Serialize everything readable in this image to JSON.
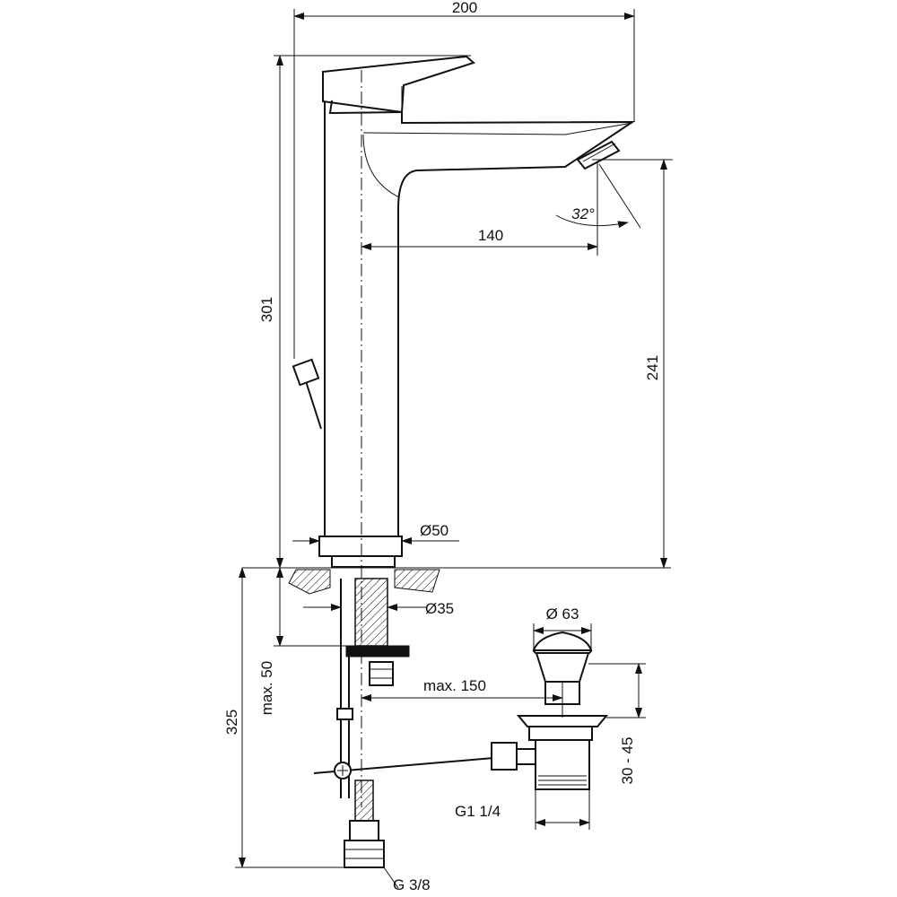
{
  "dimensions": {
    "overall_width": "200",
    "spout_reach": "140",
    "overall_height": "301",
    "spout_height": "241",
    "spray_angle": "32°",
    "body_diameter": "Ø50",
    "shank_diameter": "Ø35",
    "waste_diameter": "Ø 63",
    "max_deck_thickness": "max. 50",
    "below_deck_length": "325",
    "waste_offset": "max. 150",
    "waste_height_range": "30 - 45",
    "waste_thread": "G1 1/4",
    "supply_thread": "G 3/8"
  }
}
